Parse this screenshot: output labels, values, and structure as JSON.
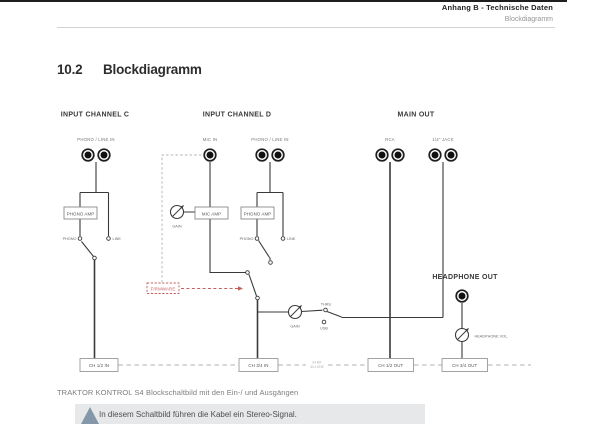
{
  "header": {
    "chapter": "Anhang B - Technische Daten",
    "subtitle": "Blockdiagramm"
  },
  "title": {
    "number": "10.2",
    "label": "Blockdiagramm"
  },
  "diagram": {
    "channel_c": {
      "heading": "INPUT CHANNEL C",
      "input_label": "PHONO / LINE IN",
      "amp": "PHONO AMP",
      "switch_left": "PHONO",
      "switch_right": "LINE"
    },
    "channel_d": {
      "heading": "INPUT CHANNEL D",
      "mic_label": "MIC IN",
      "input_label": "PHONO / LINE IN",
      "mic_gain": "GAIN",
      "mic_amp": "MIC AMP",
      "amp": "PHONO AMP",
      "switch_left": "PHONO",
      "switch_right": "LINE"
    },
    "main_out": {
      "heading": "MAIN OUT",
      "rca_label": "RCA",
      "jack_label": "1/4\" JACK"
    },
    "headphone": {
      "heading": "HEADPHONE OUT",
      "vol_label": "HEADPHONE VOL."
    },
    "firmware_label": "FIRMWARE",
    "mix": {
      "gain": "GAIN",
      "thru": "THRU",
      "usb": "USB"
    },
    "bus_label": {
      "line1": "24 BIT",
      "line2": "44.1 KHZ"
    },
    "boxes": [
      "CH 1/2 IN",
      "CH 3/4 IN",
      "CH 1/2 OUT",
      "CH 3/4 OUT"
    ]
  },
  "caption": "TRAKTOR KONTROL S4 Blockschaltbild mit den Ein-/ und Ausgängen",
  "note": {
    "text": "In diesem Schaltbild führen die Kabel ein Stereo-Signal."
  },
  "colors": {
    "accent_red": "#c75f5f",
    "note_bg": "#e7e8ea",
    "note_icon": "#8498a9"
  }
}
